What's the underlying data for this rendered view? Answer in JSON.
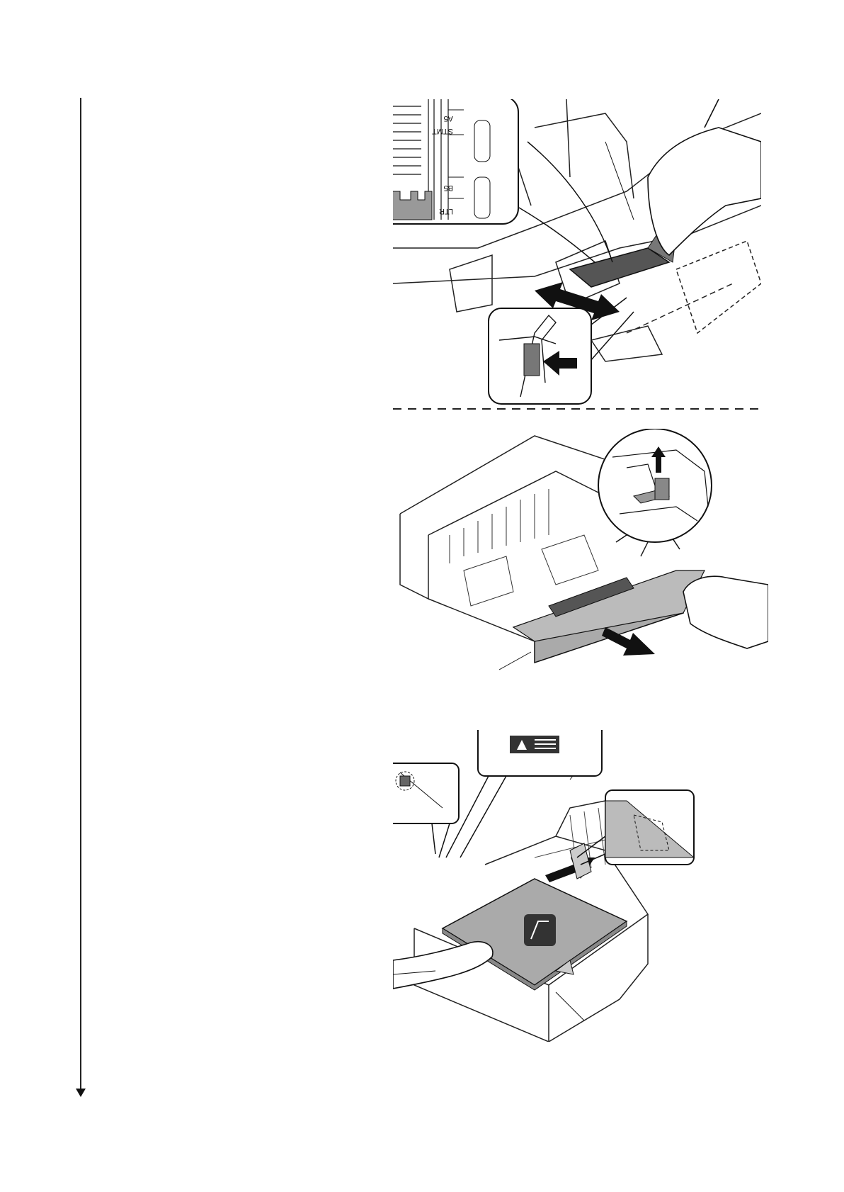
{
  "figures": {
    "step1": {
      "inset_scale_labels": [
        "A5",
        "STMT",
        "B5",
        "LTR"
      ]
    },
    "step2": {},
    "step3": {}
  }
}
